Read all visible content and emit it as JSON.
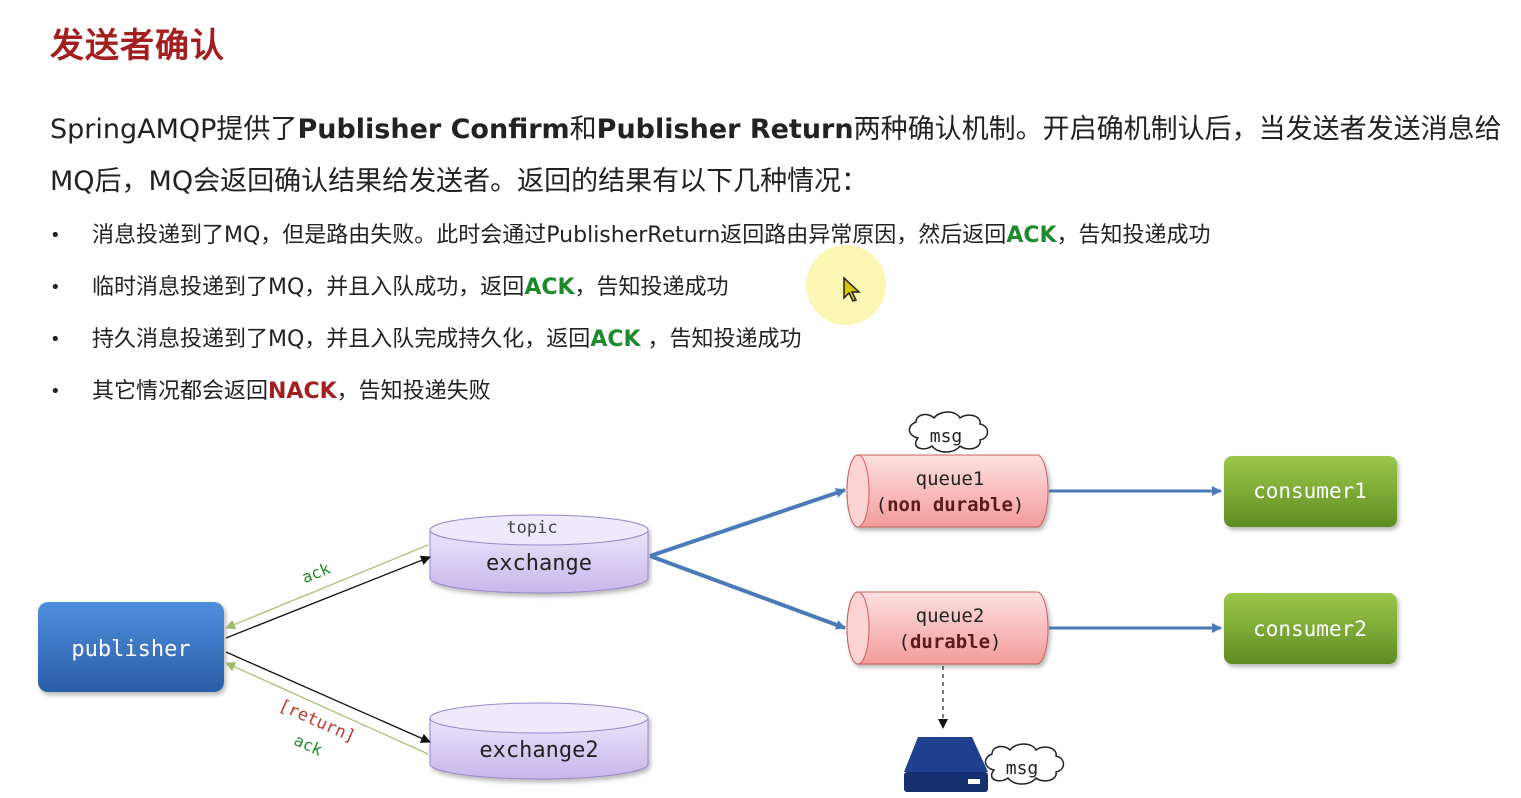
{
  "title": "发送者确认",
  "intro": {
    "p1": "SpringAMQP提供了",
    "b1": "Publisher Confirm",
    "p2": "和",
    "b2": "Publisher Return",
    "p3": "两种确认机制。开启确机制认后，当发送者发送消息给MQ后，MQ会返回确认结果给发送者。返回的结果有以下几种情况："
  },
  "bullets": [
    {
      "pre": "消息投递到了MQ，但是路由失败。此时会通过PublisherReturn返回路由异常原因，然后返回",
      "ack": "ACK",
      "post": "，告知投递成功"
    },
    {
      "pre": "临时消息投递到了MQ，并且入队成功，返回",
      "ack": "ACK",
      "post": "，告知投递成功"
    },
    {
      "pre": "持久消息投递到了MQ，并且入队完成持久化，返回",
      "ack": "ACK",
      "post": " ，告知投递成功"
    },
    {
      "pre": "其它情况都会返回",
      "ack": "NACK",
      "post": "，告知投递失败"
    }
  ],
  "bullet_char": "•",
  "diagram": {
    "publisher": "publisher",
    "exchange_type": "topic",
    "exchange": "exchange",
    "exchange2": "exchange2",
    "queue1_line1": "queue1",
    "queue1_line2_open": "(",
    "queue1_line2_bold": "non durable",
    "queue1_line2_close": ")",
    "queue2_line1": "queue2",
    "queue2_line2_open": "(",
    "queue2_line2_bold": "durable",
    "queue2_line2_close": ")",
    "consumer1": "consumer1",
    "consumer2": "consumer2",
    "msg_top": "msg",
    "msg_disk": "msg",
    "ack_top": "ack",
    "return_label": "[return]",
    "ack_bottom": "ack",
    "colors": {
      "title": "#a31f1f",
      "ack": "#1f8a2b",
      "nack": "#a31f1f",
      "publisher": "#2f6fbd",
      "exchange": "#d8cdf0",
      "queue": "#f6b4b4",
      "consumer": "#78a82e",
      "arrow_blue": "#4a7ab8",
      "disk": "#1f3f8f"
    }
  }
}
